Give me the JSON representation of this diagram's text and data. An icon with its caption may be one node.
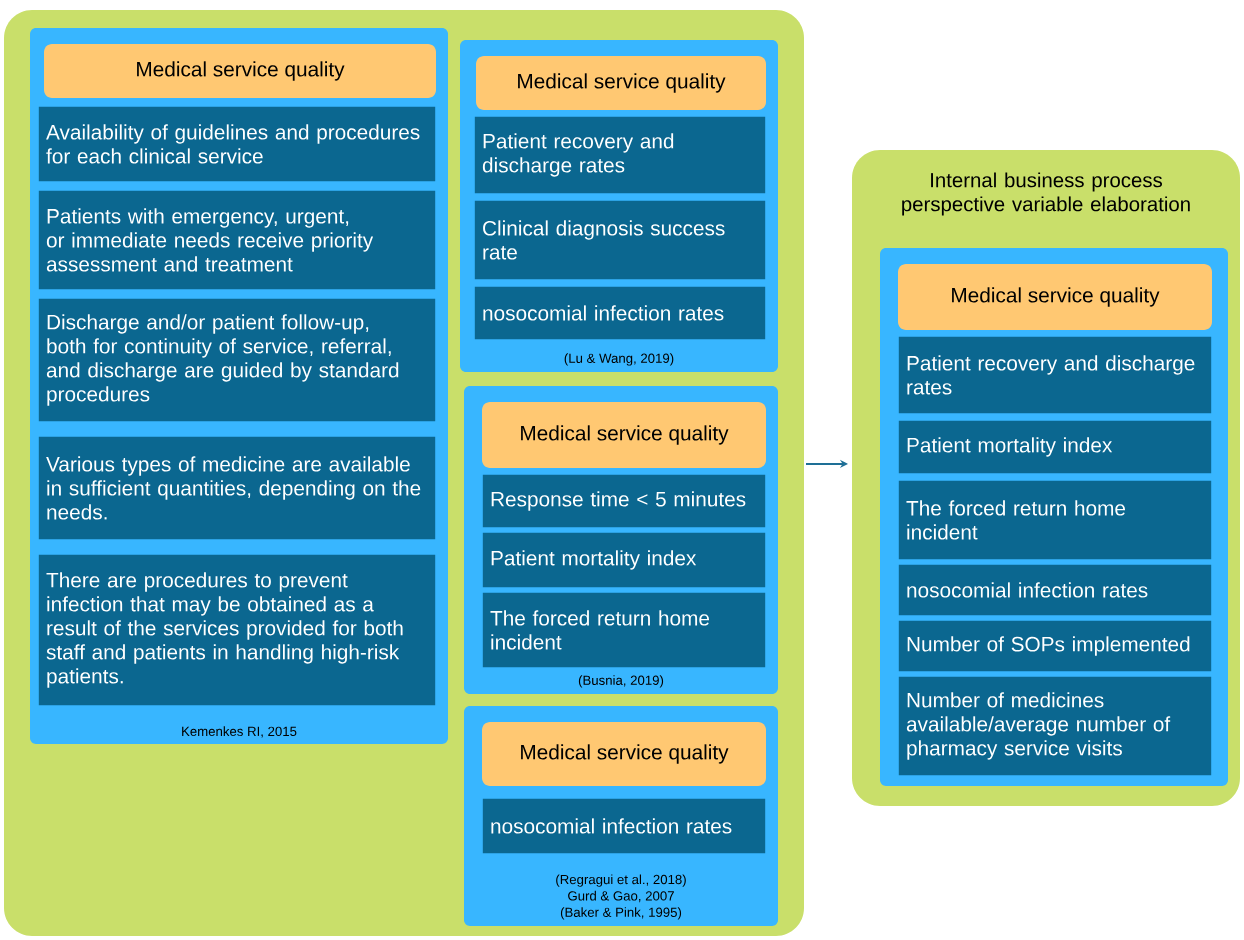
{
  "diagram": {
    "nodes": [
      {
        "text": [],
        "shape": "box"
      },
      {
        "text": [
          "Kemenkes RI, 2015"
        ],
        "in": 0
      },
      {
        "text": [
          "Medical service quality"
        ],
        "in": 1
      },
      {
        "text": [
          "Availability of guidelines and procedures for each clinical service"
        ],
        "in": 1
      },
      {
        "text": [
          "Patients with emergency, urgent, or immediate needs receive priority assessment and treatment"
        ],
        "in": 1
      },
      {
        "text": [
          "Discharge and/or patient follow-up, both for continuity of service, referral, and discharge are guided by standard procedures"
        ],
        "in": 1
      },
      {
        "text": [
          "Various types of medicine are available in sufficient quantities, depending on the needs."
        ],
        "in": 1
      },
      {
        "text": [
          "There are procedures to prevent infection that may be obtained as a result of the services provided for both staff and patients in handling high-risk patients."
        ],
        "in": 1
      },
      {
        "text": [
          "(Lu & Wang, 2019)"
        ],
        "in": 0
      },
      {
        "text": [
          "Medical service quality"
        ],
        "in": 8
      },
      {
        "text": [
          "Patient recovery and discharge rates"
        ],
        "in": 8
      },
      {
        "text": [
          "Clinical diagnosis success rate"
        ],
        "in": 8
      },
      {
        "text": [
          "nosocomial infection rates"
        ],
        "in": 8
      },
      {
        "text": [
          "(Busnia, 2019)"
        ],
        "in": 0
      },
      {
        "text": [
          "Medical service quality"
        ],
        "in": 13
      },
      {
        "text": [
          "Response time < 5 minutes"
        ],
        "in": 13
      },
      {
        "text": [
          "Patient mortality index"
        ],
        "in": 13
      },
      {
        "text": [
          "The forced return home incident"
        ],
        "in": 13
      },
      {
        "text": [
          "(Regragui et al., 2018)",
          "Gurd & Gao, 2007",
          "(Baker & Pink, 1995)"
        ],
        "in": 0
      },
      {
        "text": [
          "Medical service quality"
        ],
        "in": 18
      },
      {
        "text": [
          "nosocomial infection rates"
        ],
        "in": 18
      },
      {
        "text": [
          "Internal business process perspective variable elaboration"
        ]
      },
      {
        "text": [],
        "shape": "box",
        "in": 21
      },
      {
        "text": [
          "Medical service quality"
        ],
        "in": 22
      },
      {
        "text": [
          "Patient recovery and discharge rates"
        ],
        "in": 22
      },
      {
        "text": [
          "Patient mortality index"
        ],
        "in": 22
      },
      {
        "text": [
          "The forced return home incident"
        ],
        "in": 22
      },
      {
        "text": [
          "nosocomial infection rates"
        ],
        "in": 22
      },
      {
        "text": [
          "Number of SOPs implemented"
        ],
        "in": 22
      },
      {
        "text": [
          "Number of medicines available/average number of pharmacy service visits"
        ],
        "in": 22
      }
    ],
    "edges": [
      {
        "from": 0,
        "to": 21,
        "arrow": "to"
      }
    ]
  }
}
